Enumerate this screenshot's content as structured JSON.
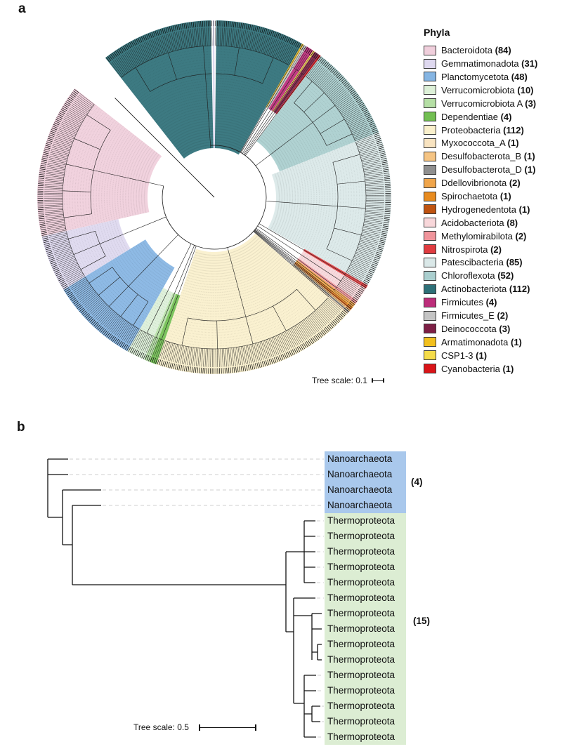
{
  "figure": {
    "panel_a_label": "a",
    "panel_b_label": "b"
  },
  "legend": {
    "title": "Phyla",
    "entries": [
      {
        "label": "Bacteroidota",
        "count": "84",
        "color": "#f0cfdc"
      },
      {
        "label": "Gemmatimonadota",
        "count": "31",
        "color": "#ded8ef"
      },
      {
        "label": "Planctomycetota",
        "count": "48",
        "color": "#85b5e3"
      },
      {
        "label": "Verrucomicrobiota",
        "count": "10",
        "color": "#ddf0d8"
      },
      {
        "label": "Verrucomicrobiota A",
        "count": "3",
        "color": "#b5dfa5"
      },
      {
        "label": "Dependentiae",
        "count": "4",
        "color": "#72bf52"
      },
      {
        "label": "Proteobacteria",
        "count": "112",
        "color": "#faf0cc"
      },
      {
        "label": "Myxococcota_A",
        "count": "1",
        "color": "#f8e3c0"
      },
      {
        "label": "Desulfobacterota_B",
        "count": "1",
        "color": "#f5c483"
      },
      {
        "label": "Desulfobacterota_D",
        "count": "1",
        "color": "#8f8f8f"
      },
      {
        "label": "Ddellovibrionota",
        "count": "2",
        "color": "#f0a54a"
      },
      {
        "label": "Spirochaetota",
        "count": "1",
        "color": "#e88b1f"
      },
      {
        "label": "Hydrogenedentota",
        "count": "1",
        "color": "#bf5310"
      },
      {
        "label": "Acidobacteriota",
        "count": "8",
        "color": "#f8d7da"
      },
      {
        "label": "Methylomirabilota",
        "count": "2",
        "color": "#f0949b"
      },
      {
        "label": "Nitrospirota",
        "count": "2",
        "color": "#e03c40"
      },
      {
        "label": "Patescibacteria",
        "count": "85",
        "color": "#dae8e8"
      },
      {
        "label": "Chloroflexota",
        "count": "52",
        "color": "#aacfcf"
      },
      {
        "label": "Actinobacteriota",
        "count": "112",
        "color": "#2e7078"
      },
      {
        "label": "Firmicutes",
        "count": "4",
        "color": "#bc2d7a"
      },
      {
        "label": "Firmicutes_E",
        "count": "2",
        "color": "#c4c4c4"
      },
      {
        "label": "Deinococcota",
        "count": "3",
        "color": "#7d1f45"
      },
      {
        "label": "Armatimonadota",
        "count": "1",
        "color": "#f2c01e"
      },
      {
        "label": "CSP1-3",
        "count": "1",
        "color": "#f5dc4a"
      },
      {
        "label": "Cyanobacteria",
        "count": "1",
        "color": "#da1418"
      }
    ]
  },
  "panel_a": {
    "type": "circular-phylogenetic-tree",
    "tree_scale_label": "Tree scale: 0.1",
    "total_leaves": 572,
    "ring_order_clockwise": [
      "Actinobacteriota",
      "Armatimonadota",
      "Firmicutes_E",
      "Firmicutes",
      "CSP1-3",
      "Deinococcota",
      "Cyanobacteria",
      "Chloroflexota",
      "Patescibacteria",
      "Nitrospirota",
      "Acidobacteriota",
      "Methylomirabilota",
      "Ddellovibrionota",
      "Spirochaetota",
      "Hydrogenedentota",
      "Desulfobacterota_B",
      "Desulfobacterota_D",
      "Myxococcota_A",
      "Proteobacteria",
      "Dependentiae",
      "Verrucomicrobiota A",
      "Verrucomicrobiota",
      "Planctomycetota",
      "Gemmatimonadota",
      "Bacteroidota"
    ]
  },
  "panel_b": {
    "type": "rectangular-phylogenetic-tree",
    "tree_scale_label": "Tree scale: 0.5",
    "clades": [
      {
        "name": "Nanoarchaeota",
        "rows": 4,
        "count_label": "(4)",
        "highlight": "#a9c8ec"
      },
      {
        "name": "Thermoproteota",
        "rows": 15,
        "count_label": "(15)",
        "highlight": "#dcedd3"
      }
    ]
  }
}
